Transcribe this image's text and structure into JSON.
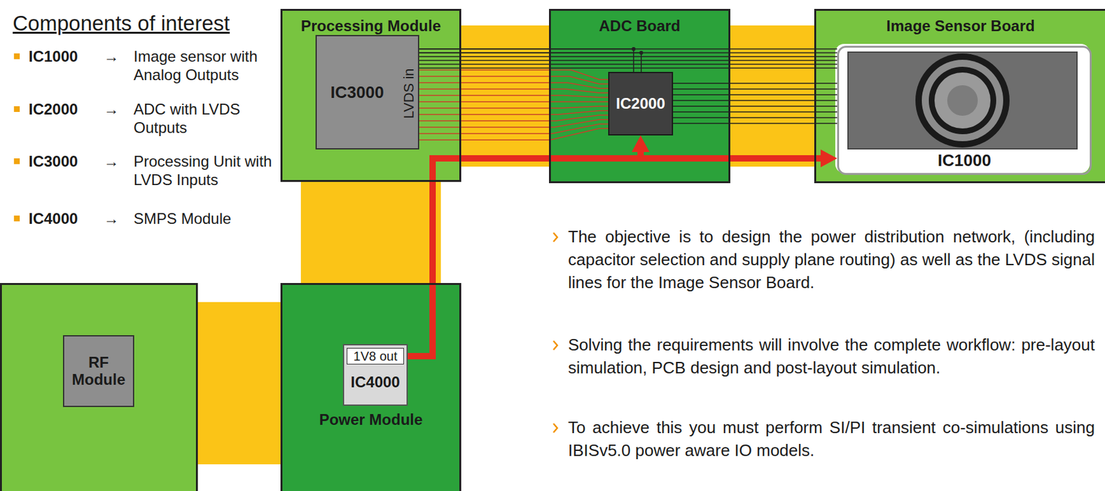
{
  "diagram": {
    "nodes": [
      {
        "text": [
          "Processing Module"
        ]
      },
      {
        "text": [
          "IC3000",
          "LVDS in"
        ],
        "in": 0
      },
      {
        "text": [
          "ADC Board"
        ]
      },
      {
        "text": [
          "IC2000"
        ],
        "in": 2
      },
      {
        "text": [
          "Image Sensor Board"
        ]
      },
      {
        "text": [
          "IC1000"
        ],
        "in": 4
      },
      {
        "text": [
          "RF Module"
        ]
      },
      {
        "text": [
          "Power Module"
        ]
      },
      {
        "text": [
          "1V8 out",
          "IC4000"
        ],
        "in": 7
      }
    ],
    "edges": [
      {
        "from": 8,
        "to": 5,
        "arrow": "to"
      },
      {
        "from": 8,
        "to": 3,
        "arrow": "to"
      },
      {
        "from": 1,
        "to": 5,
        "arrow": "none"
      },
      {
        "from": 1,
        "to": 3,
        "arrow": "none"
      },
      {
        "from": 3,
        "to": 5,
        "arrow": "none"
      },
      {
        "from": 3,
        "to": 1,
        "arrow": "none"
      }
    ],
    "labels": [
      "Components of interest",
      "IC1000",
      "→",
      "Image sensor with Analog Outputs",
      "IC2000",
      "→",
      "ADC with LVDS Outputs",
      "IC3000",
      "→",
      "Processing Unit with LVDS Inputs",
      "IC4000",
      "→",
      "SMPS Module",
      "The objective is to design the power distribution network, (including capacitor selection and supply plane routing) as well as the LVDS signal lines for the Image Sensor Board.",
      "Solving the requirements will involve the complete workflow: pre-layout simulation, PCB design and post-layout simulation.",
      "To achieve this you must perform SI/PI transient co-simulations using IBISv5.0 power aware IO models."
    ]
  }
}
